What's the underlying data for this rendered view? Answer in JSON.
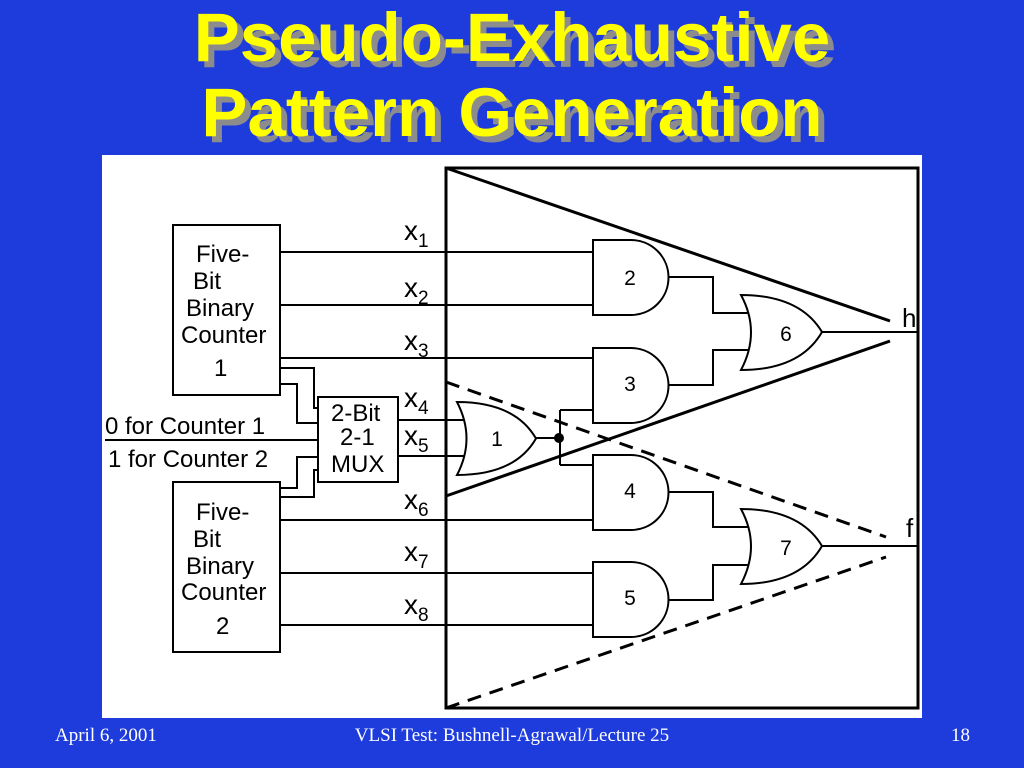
{
  "slide": {
    "title_lines": [
      "Pseudo-Exhaustive",
      "Pattern Generation"
    ],
    "colors": {
      "background": "#1e3cdc",
      "title": "#ffff00",
      "title_shadow": "#8c8c8c",
      "footer_text": "#ffffff"
    }
  },
  "diagram": {
    "counter1": {
      "lines": [
        "Five-",
        "Bit",
        "Binary",
        "Counter",
        "1"
      ]
    },
    "counter2": {
      "lines": [
        "Five-",
        "Bit",
        "Binary",
        "Counter",
        "2"
      ]
    },
    "mux": {
      "lines": [
        "2-Bit",
        "2-1",
        "MUX"
      ]
    },
    "select_labels": [
      "0 for Counter 1",
      "1 for Counter 2"
    ],
    "signals": [
      {
        "base": "x",
        "sub": "1"
      },
      {
        "base": "x",
        "sub": "2"
      },
      {
        "base": "x",
        "sub": "3"
      },
      {
        "base": "x",
        "sub": "4"
      },
      {
        "base": "x",
        "sub": "5"
      },
      {
        "base": "x",
        "sub": "6"
      },
      {
        "base": "x",
        "sub": "7"
      },
      {
        "base": "x",
        "sub": "8"
      }
    ],
    "gate_labels": [
      "1",
      "2",
      "3",
      "4",
      "5",
      "6",
      "7"
    ],
    "outputs": [
      "h",
      "f"
    ]
  },
  "footer": {
    "date": "April 6, 2001",
    "course": "VLSI Test: Bushnell-Agrawal/Lecture 25",
    "page": "18"
  }
}
